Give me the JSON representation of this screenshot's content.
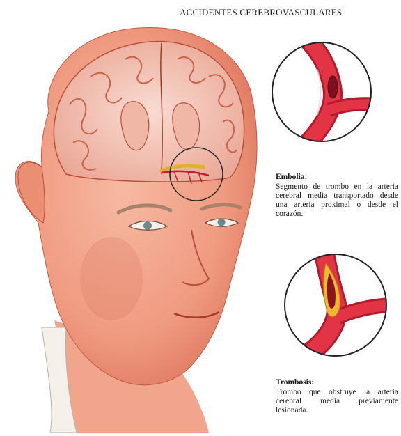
{
  "title": "ACCIDENTES CEREBROVASCULARES",
  "embolism": {
    "heading": "Embolia:",
    "text": "Segmento de trombo en la arteria cerebral media transportado desde una arteria proximal o desde el corazón."
  },
  "thrombosis": {
    "heading": "Trombosis:",
    "text": "Trombo que obstruye la arteria cerebral media previamente lesionada."
  },
  "colors": {
    "skin": "#f2a38a",
    "skin_shadow": "#d9735c",
    "brain": "#f4c6b8",
    "artery": "#d9273a",
    "thrombus": "#e8b030",
    "outline": "#222222"
  }
}
